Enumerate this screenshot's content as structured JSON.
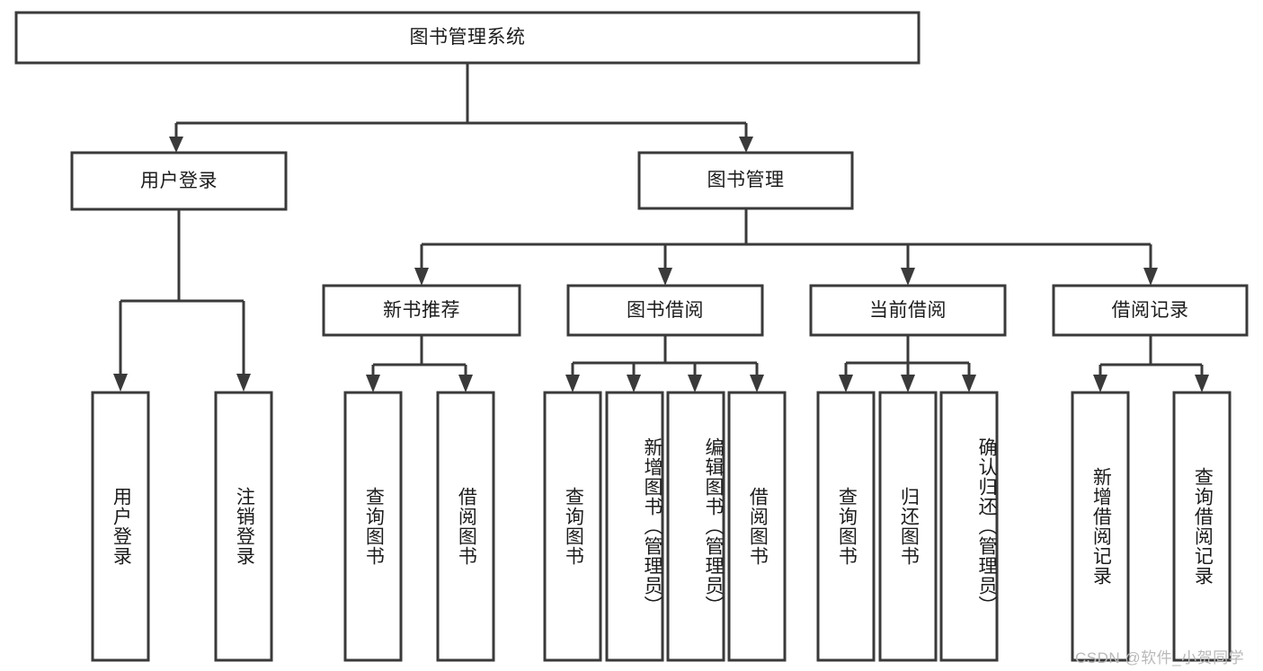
{
  "diagram": {
    "type": "tree-hierarchy",
    "title": "图书管理系统",
    "root": {
      "id": "root",
      "label": "图书管理系统"
    },
    "level1": [
      {
        "id": "user-login",
        "label": "用户登录"
      },
      {
        "id": "book-manage",
        "label": "图书管理"
      }
    ],
    "level2": [
      {
        "id": "new-book-recommend",
        "label": "新书推荐",
        "parent": "book-manage"
      },
      {
        "id": "book-borrow",
        "label": "图书借阅",
        "parent": "book-manage"
      },
      {
        "id": "current-borrow",
        "label": "当前借阅",
        "parent": "book-manage"
      },
      {
        "id": "borrow-record",
        "label": "借阅记录",
        "parent": "book-manage"
      }
    ],
    "leaves": [
      {
        "id": "leaf-user-login",
        "label": "用户登录",
        "parent": "user-login"
      },
      {
        "id": "leaf-logout",
        "label": "注销登录",
        "parent": "user-login"
      },
      {
        "id": "leaf-query-book-1",
        "label": "查询图书",
        "parent": "new-book-recommend"
      },
      {
        "id": "leaf-borrow-book-1",
        "label": "借阅图书",
        "parent": "new-book-recommend"
      },
      {
        "id": "leaf-query-book-2",
        "label": "查询图书",
        "parent": "book-borrow"
      },
      {
        "id": "leaf-add-book",
        "label": "新增图书（管理员）",
        "parent": "book-borrow"
      },
      {
        "id": "leaf-edit-book",
        "label": "编辑图书（管理员）",
        "parent": "book-borrow"
      },
      {
        "id": "leaf-borrow-book-2",
        "label": "借阅图书",
        "parent": "book-borrow"
      },
      {
        "id": "leaf-query-book-3",
        "label": "查询图书",
        "parent": "current-borrow"
      },
      {
        "id": "leaf-return-book",
        "label": "归还图书",
        "parent": "current-borrow"
      },
      {
        "id": "leaf-confirm-return",
        "label": "确认归还（管理员）",
        "parent": "current-borrow"
      },
      {
        "id": "leaf-add-record",
        "label": "新增借阅记录",
        "parent": "borrow-record"
      },
      {
        "id": "leaf-query-record",
        "label": "查询借阅记录",
        "parent": "borrow-record"
      }
    ],
    "colors": {
      "stroke": "#3a3a3a",
      "fill": "#ffffff",
      "text": "#1c1c1c",
      "watermark": "#b9b9b9"
    }
  },
  "watermark": {
    "text": "CSDN @软件_小贺同学"
  }
}
